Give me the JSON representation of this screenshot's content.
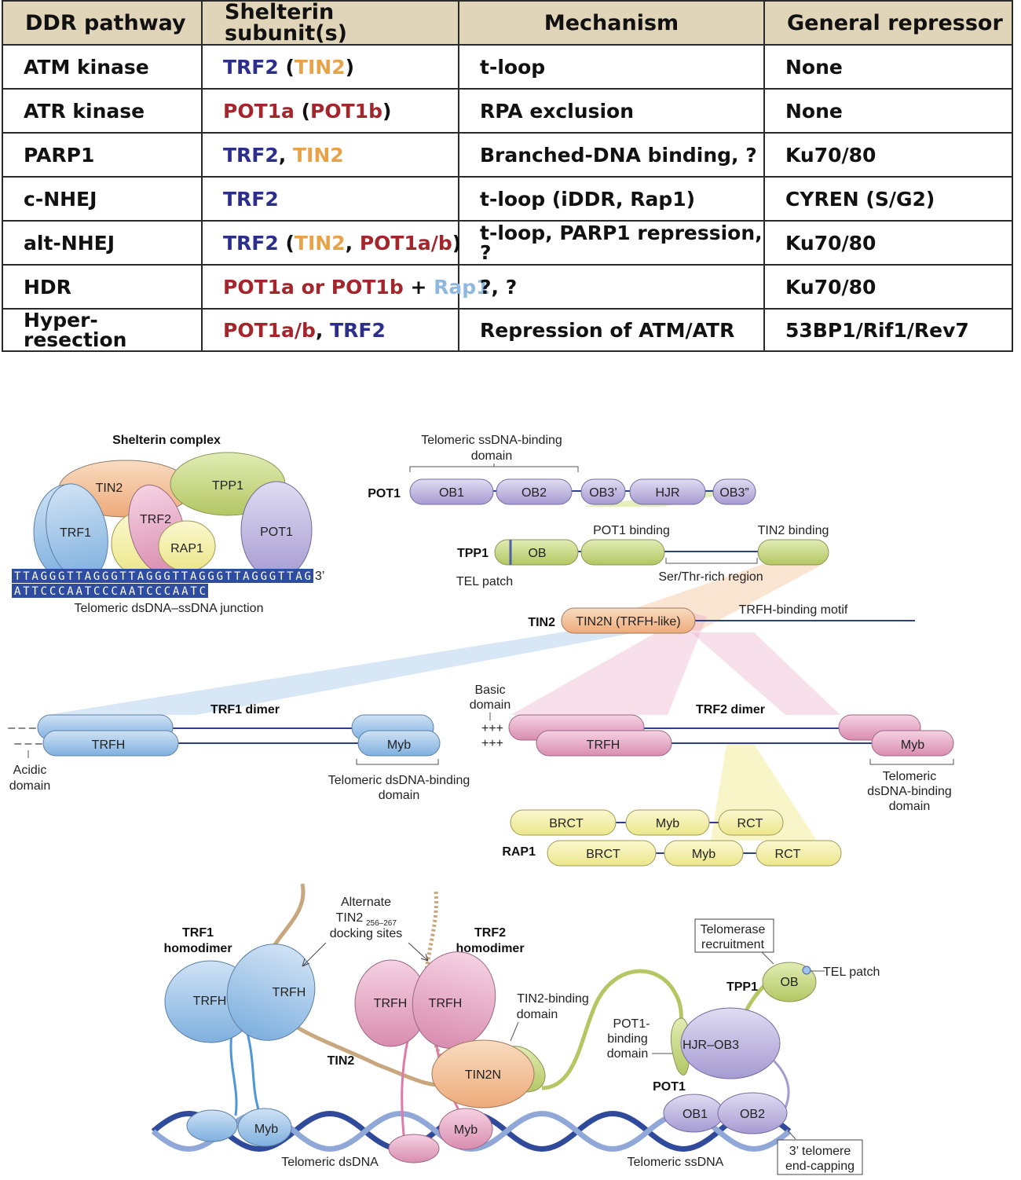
{
  "table": {
    "headers": [
      "DDR pathway",
      "Shelterin subunit(s)",
      "Mechanism",
      "General repressor"
    ],
    "rows": [
      {
        "pathway": "ATM kinase",
        "subunits": [
          {
            "t": "TRF2",
            "c": "navy"
          },
          {
            "t": " (",
            "c": "black"
          },
          {
            "t": "TIN2",
            "c": "orange"
          },
          {
            "t": ")",
            "c": "black"
          }
        ],
        "mechanism": "t-loop",
        "repressor": "None"
      },
      {
        "pathway": "ATR kinase",
        "subunits": [
          {
            "t": "POT1a",
            "c": "red"
          },
          {
            "t": " (",
            "c": "black"
          },
          {
            "t": "POT1b",
            "c": "red"
          },
          {
            "t": ")",
            "c": "black"
          }
        ],
        "mechanism": "RPA exclusion",
        "repressor": "None"
      },
      {
        "pathway": "PARP1",
        "subunits": [
          {
            "t": "TRF2",
            "c": "navy"
          },
          {
            "t": ", ",
            "c": "black"
          },
          {
            "t": "TIN2",
            "c": "orange"
          }
        ],
        "mechanism": "Branched-DNA binding, ?",
        "repressor": "Ku70/80"
      },
      {
        "pathway": "c-NHEJ",
        "subunits": [
          {
            "t": "TRF2",
            "c": "navy"
          }
        ],
        "mechanism": "t-loop (iDDR, Rap1)",
        "repressor": "CYREN (S/G2)"
      },
      {
        "pathway": "alt-NHEJ",
        "subunits": [
          {
            "t": "TRF2",
            "c": "navy"
          },
          {
            "t": " (",
            "c": "black"
          },
          {
            "t": "TIN2",
            "c": "orange"
          },
          {
            "t": ", ",
            "c": "black"
          },
          {
            "t": "POT1a/b",
            "c": "red"
          },
          {
            "t": ")",
            "c": "black"
          }
        ],
        "mechanism": "t-loop, PARP1 repression, ?",
        "repressor": "Ku70/80"
      },
      {
        "pathway": "HDR",
        "subunits": [
          {
            "t": "POT1a or POT1b",
            "c": "red"
          },
          {
            "t": " + ",
            "c": "black"
          },
          {
            "t": "Rap1",
            "c": "lightblue"
          }
        ],
        "mechanism": "?, ?",
        "repressor": "Ku70/80"
      },
      {
        "pathway": "Hyper-resection",
        "subunits": [
          {
            "t": "POT1a/b",
            "c": "red"
          },
          {
            "t": ", ",
            "c": "black"
          },
          {
            "t": "TRF2",
            "c": "navy"
          }
        ],
        "mechanism": "Repression of ATM/ATR",
        "repressor": "53BP1/Rif1/Rev7"
      }
    ]
  },
  "complex": {
    "title": "Shelterin complex",
    "tin2": "TIN2",
    "tpp1": "TPP1",
    "trf1": "TRF1",
    "trf2": "TRF2",
    "rap1": "RAP1",
    "pot1": "POT1",
    "seq_top": "TTAGGGTTAGGGTTAGGGTTAGGGTTAGGGTTAG",
    "seq_top_end": "3’",
    "seq_bottom": "ATTCCCAATCCCAATCCCAATC",
    "caption": "Telomeric dsDNA–ssDNA junction"
  },
  "domains": {
    "pot1": {
      "name": "POT1",
      "bracket": "Telomeric ssDNA-binding",
      "bracket2": "domain",
      "ob1": "OB1",
      "ob2": "OB2",
      "ob3a": "OB3’",
      "hjr": "HJR",
      "ob3b": "OB3”"
    },
    "tpp1": {
      "name": "TPP1",
      "ob": "OB",
      "tel_patch": "TEL patch",
      "pot1_binding": "POT1 binding",
      "tin2_binding": "TIN2 binding",
      "ser_thr": "Ser/Thr-rich region"
    },
    "tin2": {
      "name": "TIN2",
      "tin2n": "TIN2N (TRFH-like)",
      "motif": "TRFH-binding motif"
    },
    "trf1": {
      "title": "TRF1 dimer",
      "trfh": "TRFH",
      "myb": "Myb",
      "minus": "– – –",
      "acidic": "Acidic",
      "acidic2": "domain",
      "binding": "Telomeric dsDNA-binding",
      "binding2": "domain"
    },
    "trf2": {
      "title": "TRF2 dimer",
      "trfh": "TRFH",
      "myb": "Myb",
      "plus": "+++",
      "basic": "Basic",
      "basic2": "domain",
      "binding": "Telomeric",
      "binding2": "dsDNA-binding",
      "binding3": "domain"
    },
    "rap1": {
      "name": "RAP1",
      "brct": "BRCT",
      "myb": "Myb",
      "rct": "RCT"
    }
  },
  "structure": {
    "trf1_homodimer": "TRF1",
    "trf1_homodimer2": "homodimer",
    "trf2_homodimer": "TRF2",
    "trf2_homodimer2": "homodimer",
    "trfh": "TRFH",
    "myb": "Myb",
    "alternate": "Alternate",
    "alternate2": "TIN2",
    "alternate_sub": "256–267",
    "alternate3": "docking sites",
    "tin2": "TIN2",
    "tin2n": "TIN2N",
    "tin2_binding": "TIN2-binding",
    "tin2_binding2": "domain",
    "pot1_binding": "POT1-",
    "pot1_binding2": "binding",
    "pot1_binding3": "domain",
    "telomerase": "Telomerase",
    "telomerase2": "recruitment",
    "tpp1": "TPP1",
    "ob": "OB",
    "tel_patch": "TEL patch",
    "hjr_ob3": "HJR–OB3",
    "pot1": "POT1",
    "ob1": "OB1",
    "ob2": "OB2",
    "ds_dna": "Telomeric dsDNA",
    "ss_dna": "Telomeric ssDNA",
    "endcap": "3’ telomere",
    "endcap2": "end-capping"
  }
}
